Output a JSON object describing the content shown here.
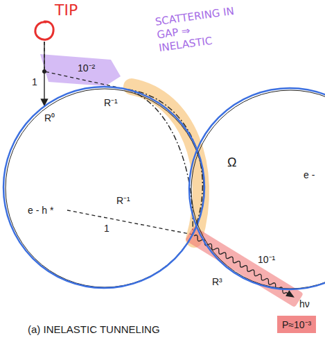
{
  "diagram": {
    "caption": "(a) INELASTIC TUNNELING",
    "nodes": [
      {
        "text": [
          "TIP"
        ]
      },
      {
        "text": [
          "e - h *"
        ]
      },
      {
        "text": [
          "e -"
        ]
      },
      {
        "text": [
          "P≈10⁻³"
        ]
      }
    ],
    "edges": [
      {
        "from": 0,
        "to": 1,
        "arrow": "to",
        "label": "1"
      },
      {
        "from": 0,
        "to": 1,
        "arrow": "none",
        "label": "10⁻²"
      }
    ],
    "labels": [
      "SCATTERING IN GAP ⇒ INELASTIC",
      "R⁰",
      "R⁻¹",
      "Ω",
      "R⁻¹",
      "1",
      "10⁻¹",
      "R³",
      "hν"
    ]
  }
}
